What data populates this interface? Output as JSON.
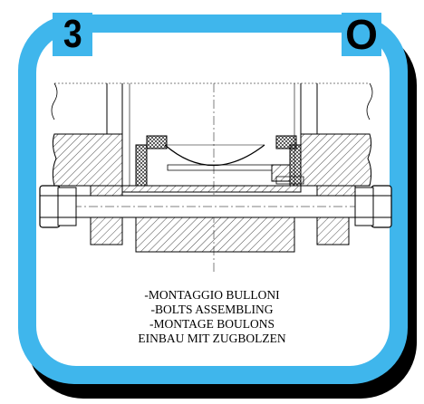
{
  "badges": {
    "left": "3",
    "right": "O"
  },
  "caption": {
    "line1": "-MONTAGGIO BULLONI",
    "line2": "-BOLTS ASSEMBLING",
    "line3": "-MONTAGE BOULONS",
    "line4": "EINBAU MIT ZUGBOLZEN"
  },
  "colors": {
    "frame": "#3fb6ec",
    "shadow": "#000000",
    "drawing": "#000000"
  }
}
